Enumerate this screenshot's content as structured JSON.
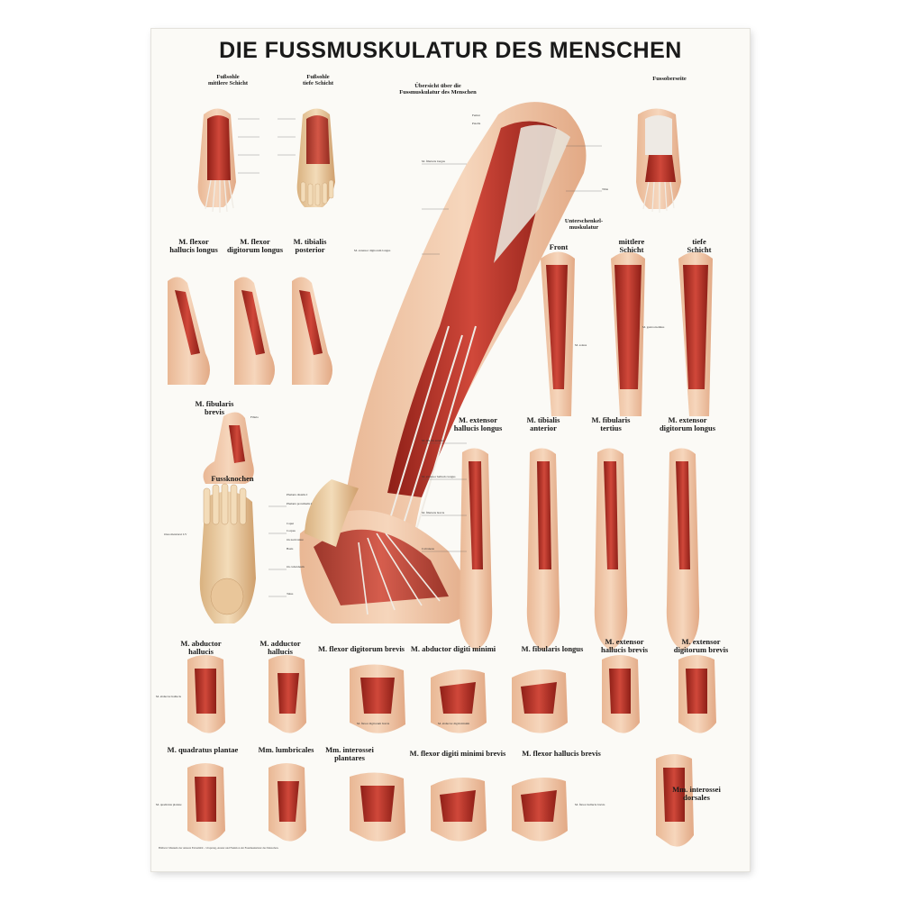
{
  "title": "DIE FUSSMUSKULATUR DES MENSCHEN",
  "panels": {
    "sohle_mittlere": "Fußsohle\nmittlere Schicht",
    "sohle_tiefe": "Fußsohle\ntiefe Schicht",
    "uebersicht": "Übersicht über die\nFussmuskulatur des Menschen",
    "fussoberseite": "Fussoberseite",
    "flexor_hallucis_longus": "M. flexor\nhallucis longus",
    "flexor_digitorum_longus": "M. flexor\ndigitorum longus",
    "tibialis_posterior": "M. tibialis\nposterior",
    "fibularis_brevis": "M. fibularis\nbrevis",
    "unterschenkel": "Unterschenkel-\nmuskulatur",
    "front": "Front",
    "mittlere_schicht": "mittlere\nSchicht",
    "tiefe_schicht": "tiefe\nSchicht",
    "fussknochen": "Fussknochen",
    "extensor_hallucis_longus": "M. extensor\nhallucis longus",
    "tibialis_anterior": "M. tibialis\nanterior",
    "fibularis_tertius": "M. fibularis\ntertius",
    "extensor_digitorum_longus": "M. extensor\ndigitorum longus",
    "abductor_hallucis": "M. abductor\nhallucis",
    "adductor_hallucis": "M. adductor\nhallucis",
    "flexor_digitorum_brevis": "M. flexor digitorum brevis",
    "abductor_digiti_minimi": "M. abductor digiti minimi",
    "fibularis_longus": "M. fibularis longus",
    "extensor_hallucis_brevis": "M. extensor\nhallucis brevis",
    "extensor_digitorum_brevis": "M. extensor\ndigitorum brevis",
    "quadratus_plantae": "M. quadratus plantae",
    "lumbricales": "Mm. lumbricales",
    "interossei_plantares": "Mm. interossei\nplantares",
    "flexor_digiti_minimi_brevis": "M. flexor digiti minimi brevis",
    "flexor_hallucis_brevis": "M. flexor hallucis brevis",
    "interossei_dorsales": "Mm. interossei\ndorsales"
  },
  "labels": {
    "femur": "Femur",
    "patella": "Patella",
    "fibula": "Fibula",
    "tibia": "Tibia",
    "calcaneus": "Calcaneus",
    "talus": "Talus",
    "m_fibularis_longus": "M. fibularis longus",
    "m_fibularis_brevis": "M. fibularis brevis",
    "m_tibialis_anterior": "M. tibialis anterior",
    "m_soleus": "M. soleus",
    "m_gastrocnemius": "M. gastrocnemius",
    "m_extensor_hallucis_longus": "M. extensor hallucis longus",
    "m_extensor_digitorum_longus": "M. extensor digitorum longus",
    "m_abductor_hallucis": "M. abductor hallucis",
    "m_flexor_hallucis_brevis": "M. flexor hallucis brevis",
    "m_quadratus_plantae": "M. quadratus plantae",
    "m_flexor_digitorum_brevis": "M. flexor digitorum brevis",
    "m_abductor_digiti_minimi": "M. abductor digiti minimi",
    "os_cuboideum": "Os cuboideum",
    "os_naviculare": "Os naviculare",
    "phalanx_distalis": "Phalanx distalis I",
    "phalanx_proximalis": "Phalanx proximalis I",
    "caput": "Caput",
    "corpus": "Corpus",
    "basis": "Basis",
    "ossa_metatarsi": "Ossa metatarsi I-V"
  },
  "footnote": "Bildtext: Muskeln der unteren Extremität – Ursprung, Ansatz und Funktion der Fussmuskulatur des Menschen.",
  "colors": {
    "muscle": "#c0392b",
    "muscle_dark": "#8e1f17",
    "tendon": "#eeeae4",
    "bone": "#e8c9a0",
    "skin": "#f1c9a8"
  }
}
